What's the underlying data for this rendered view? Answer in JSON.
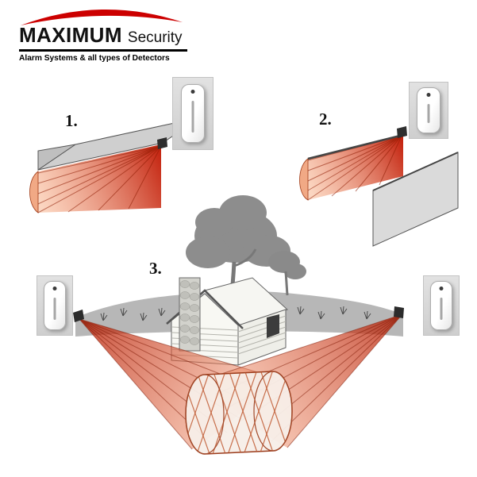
{
  "logo": {
    "brand": "MAXIMUM",
    "brand_suffix": "Security",
    "tagline": "Alarm Systems & all types of Detectors",
    "accent_color": "#cc0000"
  },
  "figures": [
    {
      "label": "1."
    },
    {
      "label": "2."
    },
    {
      "label": "3."
    }
  ],
  "colors": {
    "beam_start": "#b81a00",
    "beam_end": "#f6a27c",
    "structure_gray": "#cdcdcd",
    "background": "#ffffff"
  },
  "icons": [
    {
      "name": "curtain-detector-photo-1"
    },
    {
      "name": "curtain-detector-photo-2"
    },
    {
      "name": "curtain-detector-photo-left"
    },
    {
      "name": "curtain-detector-photo-right"
    }
  ]
}
